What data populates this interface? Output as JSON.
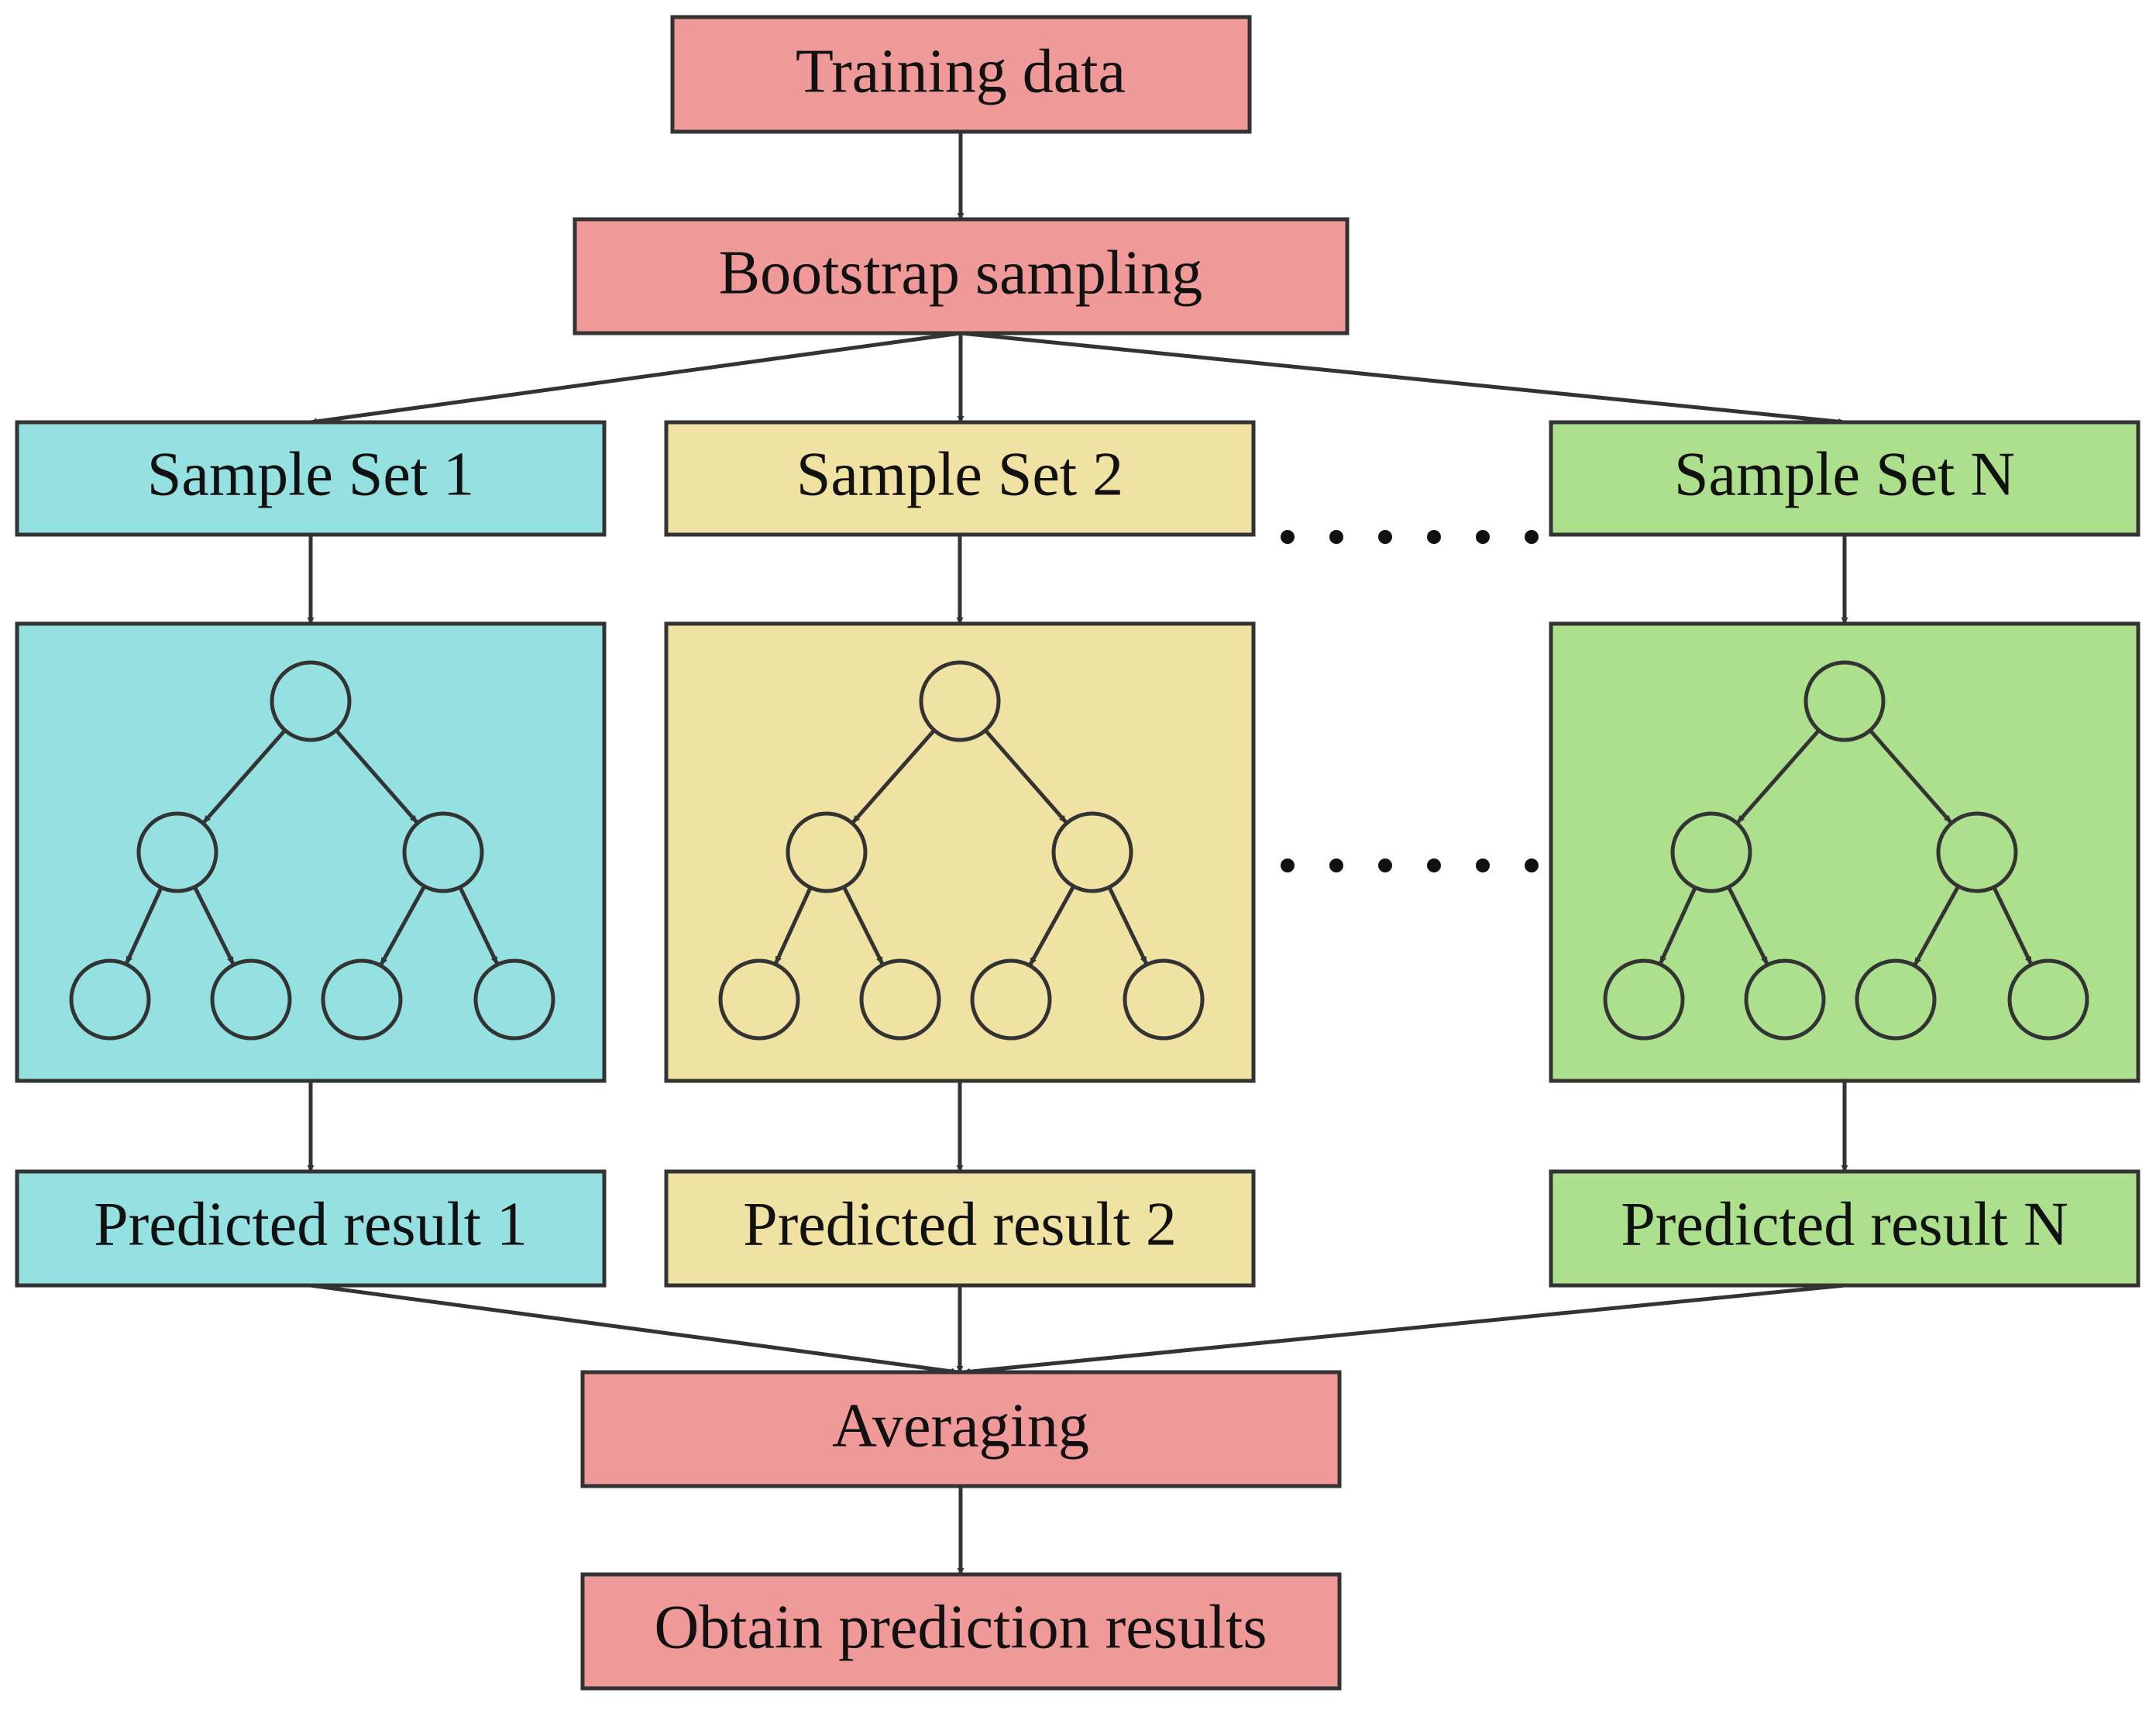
{
  "colors": {
    "red": "#F09999",
    "cyan": "#95E0E0",
    "yellow": "#F0E2A2",
    "green": "#ADE08D",
    "stroke": "#333333"
  },
  "labels": {
    "training": "Training data",
    "bootstrap": "Bootstrap sampling",
    "sample_1": "Sample Set 1",
    "sample_2": "Sample Set 2",
    "sample_n": "Sample Set N",
    "pred_1": "Predicted result 1",
    "pred_2": "Predicted result 2",
    "pred_n": "Predicted result N",
    "averaging": "Averaging",
    "obtain": "Obtain prediction results"
  }
}
